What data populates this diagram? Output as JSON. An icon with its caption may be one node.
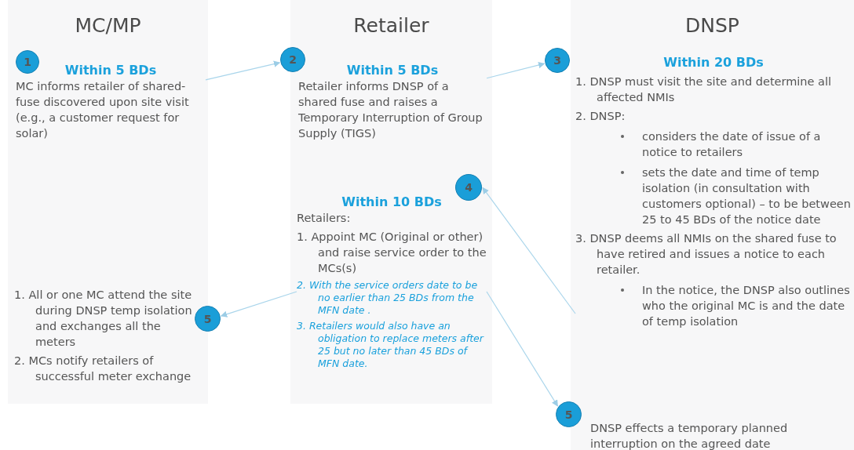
{
  "diagram": {
    "nodes": [
      {
        "text": [
          "MC/MP"
        ]
      },
      {
        "text": [
          "1"
        ],
        "in": 0
      },
      {
        "text": [
          "Within 5 BDs",
          "MC informs retailer of shared-fuse discovered upon site visit (e.g., a customer request for solar)"
        ],
        "in": 0
      },
      {
        "text": [
          "1. All or one MC attend the site during DNSP temp isolation and exchanges all the meters",
          "2. MCs notify retailers of successful meter exchange"
        ],
        "in": 0
      },
      {
        "text": [
          "Retailer"
        ]
      },
      {
        "text": [
          "2"
        ]
      },
      {
        "text": [
          "Within 5 BDs",
          "Retailer informs DNSP of a shared fuse and raises a Temporary Interruption of Group Supply (TIGS)"
        ],
        "in": 4
      },
      {
        "text": [
          "4"
        ],
        "in": 4
      },
      {
        "text": [
          "Within 10 BDs",
          "Retailers:",
          "1. Appoint MC (Original or other) and raise service order to the MCs(s)",
          "2. With the service orders date to be no earlier than 25 BDs from the MFN date .",
          "3. Retailers would also have an obligation to replace meters after 25 but no later than 45 BDs of MFN date."
        ],
        "in": 4
      },
      {
        "text": [
          "DNSP"
        ]
      },
      {
        "text": [
          "3"
        ]
      },
      {
        "text": [
          "Within 20 BDs",
          "1. DNSP must visit the site and determine all affected NMIs",
          "2. DNSP:",
          "considers the date of issue of a notice to retailers",
          "sets the date and time of temp isolation (in consultation with customers optional) – to be between 25 to 45 BDs of the notice date",
          "3. DNSP deems all NMIs on the shared fuse to have retired and issues a notice to each retailer.",
          "In the notice, the DNSP also outlines who the original MC is and the date of temp isolation"
        ],
        "in": 9
      },
      {
        "text": [
          "5"
        ]
      },
      {
        "text": [
          "5"
        ]
      },
      {
        "text": [
          "DNSP effects a temporary planned interruption on the agreed date"
        ],
        "in": 9
      }
    ],
    "edges": [
      {
        "from": 2,
        "to": 5,
        "arrow": "to"
      },
      {
        "from": 6,
        "to": 10,
        "arrow": "to"
      },
      {
        "from": 11,
        "to": 7,
        "arrow": "to"
      },
      {
        "from": 8,
        "to": 12,
        "arrow": "to"
      },
      {
        "from": 8,
        "to": 13,
        "arrow": "to"
      }
    ]
  }
}
